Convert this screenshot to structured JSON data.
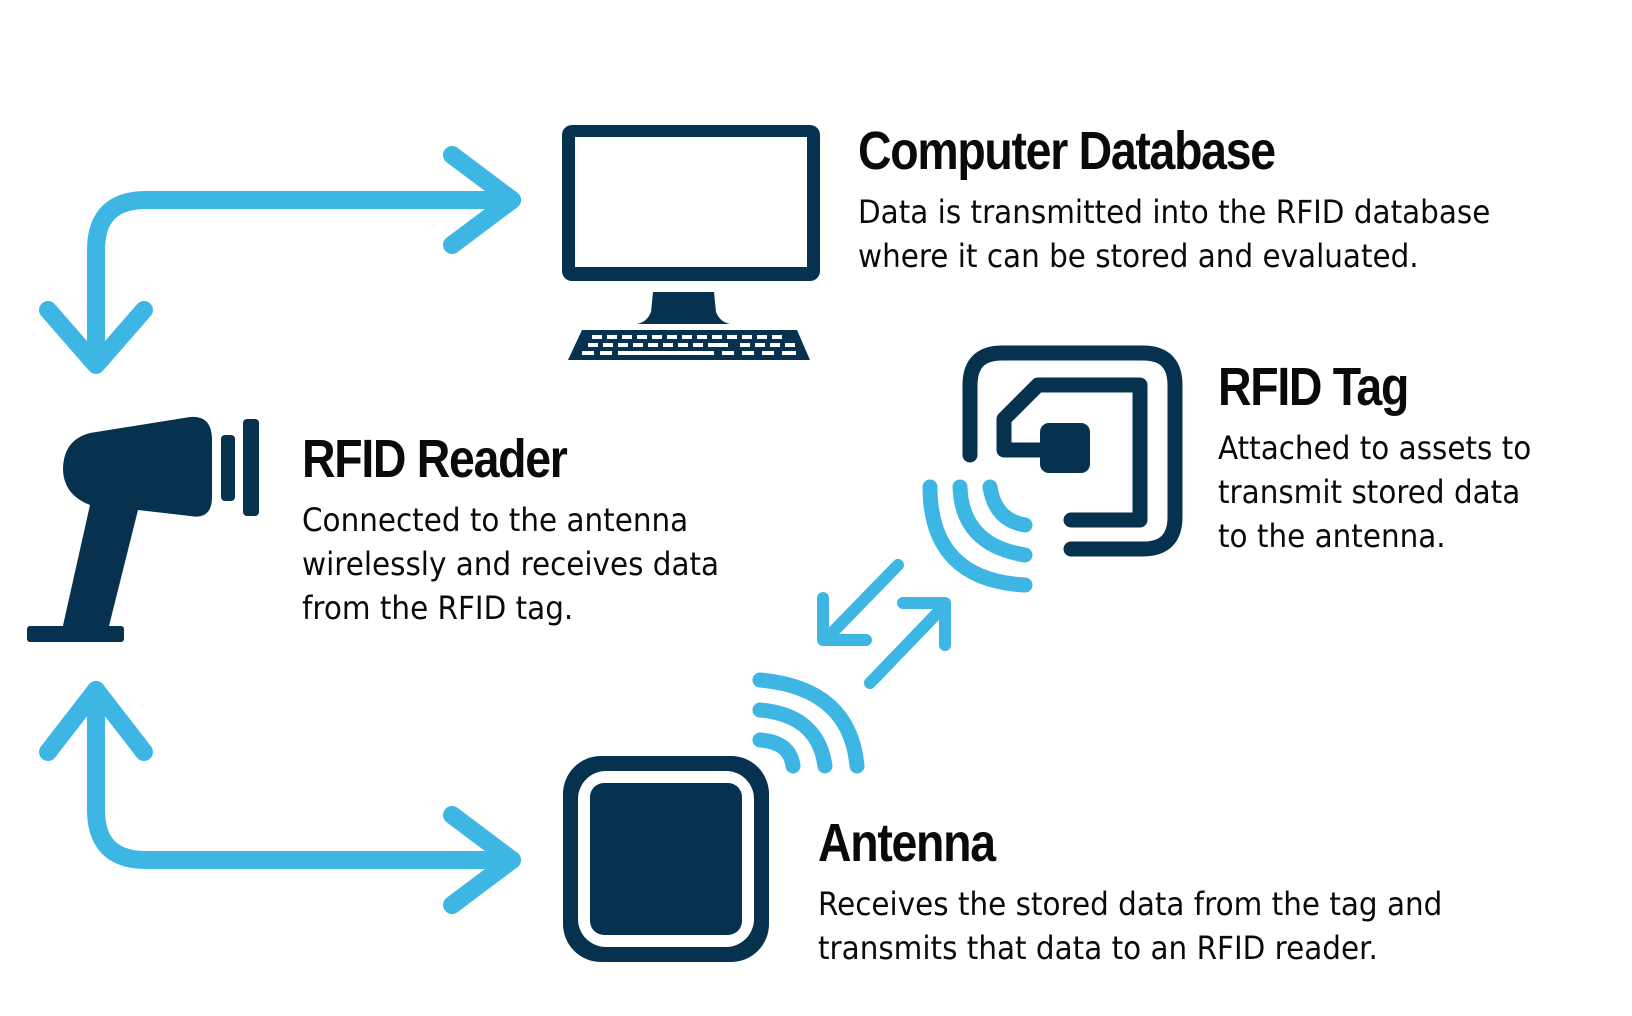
{
  "diagram": {
    "title": "RFID system workflow",
    "colors": {
      "icon_dark": "#06324f",
      "arrow_blue": "#3db6e4",
      "text": "#0a0a0a",
      "background": "#ffffff"
    },
    "nodes": {
      "computer": {
        "title": "Computer Database",
        "desc_lines": [
          "Data is transmitted into the RFID database",
          "where it can be stored and evaluated."
        ],
        "icon": "desktop-computer-icon"
      },
      "tag": {
        "title": "RFID Tag",
        "desc_lines": [
          "Attached to assets to",
          "transmit stored data",
          "to the antenna."
        ],
        "icon": "rfid-tag-icon"
      },
      "reader": {
        "title": "RFID Reader",
        "desc_lines": [
          "Connected to the antenna",
          "wirelessly and receives data",
          "from the RFID tag."
        ],
        "icon": "rfid-scanner-icon"
      },
      "antenna": {
        "title": "Antenna",
        "desc_lines": [
          "Receives the stored data from the tag and",
          "transmits that data to an RFID reader."
        ],
        "icon": "antenna-icon"
      }
    },
    "connections": [
      {
        "from": "reader",
        "to": "computer",
        "direction": "bidirectional"
      },
      {
        "from": "reader",
        "to": "antenna",
        "direction": "bidirectional"
      },
      {
        "from": "antenna",
        "to": "tag",
        "direction": "bidirectional"
      }
    ]
  }
}
